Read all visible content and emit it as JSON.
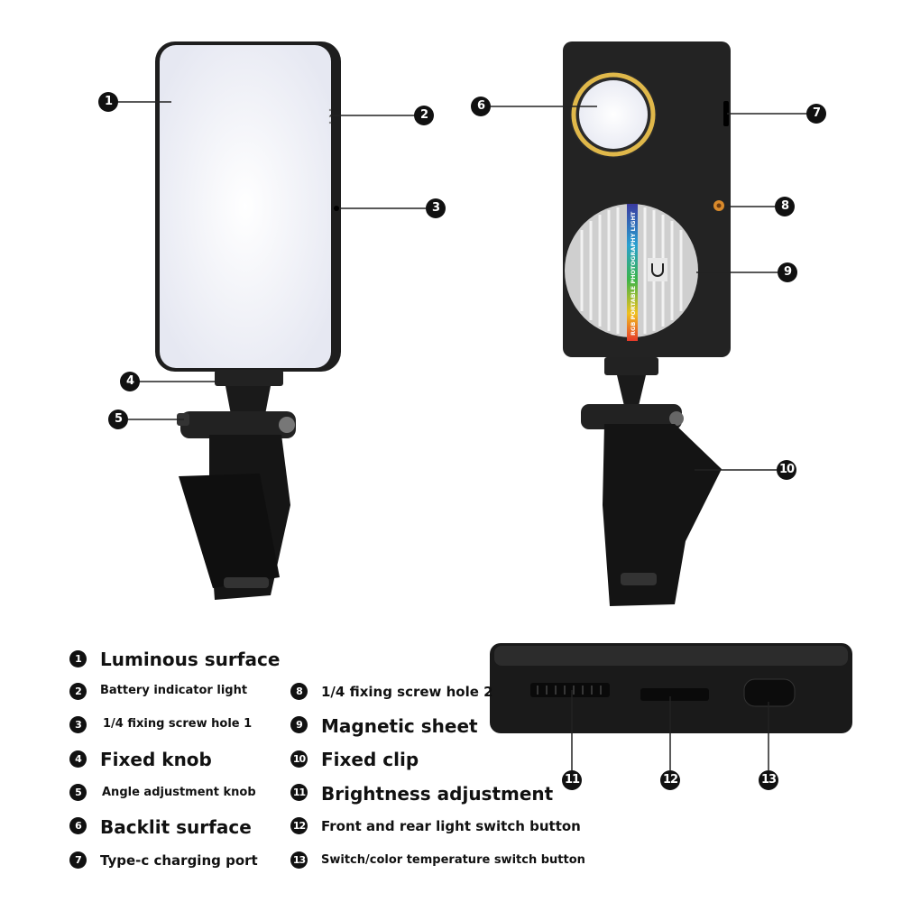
{
  "product_print": "RGB PORTABLE PHOTOGRAPHY LIGHT",
  "callouts": [
    "1",
    "2",
    "3",
    "4",
    "5",
    "6",
    "7",
    "8",
    "9",
    "10",
    "11",
    "12",
    "13"
  ],
  "legend": [
    {
      "num": "1",
      "label": "Luminous surface"
    },
    {
      "num": "2",
      "label": "Battery indicator light"
    },
    {
      "num": "3",
      "label": "1/4 fixing screw hole 1"
    },
    {
      "num": "4",
      "label": "Fixed knob"
    },
    {
      "num": "5",
      "label": "Angle adjustment knob"
    },
    {
      "num": "6",
      "label": "Backlit surface"
    },
    {
      "num": "7",
      "label": "Type-c charging port"
    },
    {
      "num": "8",
      "label": "1/4 fixing screw hole 2"
    },
    {
      "num": "9",
      "label": "Magnetic sheet"
    },
    {
      "num": "10",
      "label": "Fixed clip"
    },
    {
      "num": "11",
      "label": "Brightness adjustment"
    },
    {
      "num": "12",
      "label": "Front and rear light switch button"
    },
    {
      "num": "13",
      "label": "Switch/color temperature switch button"
    }
  ],
  "colors": {
    "body": "#1c1c1c",
    "light": "#f4f5fa",
    "ring": "#e0b84a",
    "screw": "#d98a2b"
  }
}
